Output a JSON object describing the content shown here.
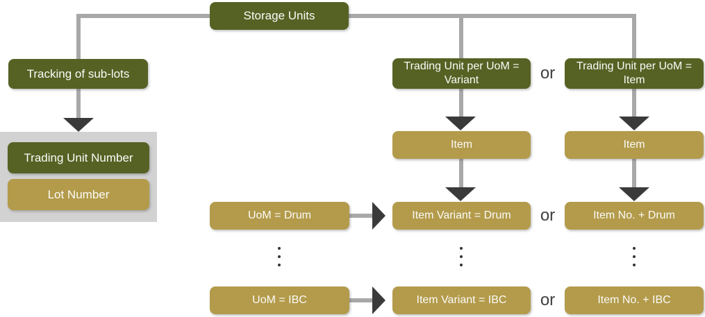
{
  "colors": {
    "dark_green": "#556224",
    "gold": "#b39b4b",
    "arrow_dark": "#3a3a3a",
    "connector_gray": "#a8a8a8",
    "group_gray": "#d2d2d2",
    "or_text": "#3f3f3f",
    "background": "#ffffff"
  },
  "diagram": {
    "root": {
      "label": "Storage Units"
    },
    "left_branch": {
      "header": {
        "label": "Tracking of sub-lots"
      },
      "group": {
        "trading_unit_number": {
          "label": "Trading Unit Number"
        },
        "lot_number": {
          "label": "Lot Number"
        }
      }
    },
    "variant_branch": {
      "header": {
        "label": "Trading Unit per UoM = Variant"
      },
      "item": {
        "label": "Item"
      },
      "rows": {
        "drum": {
          "label": "Item Variant = Drum"
        },
        "ibc": {
          "label": "Item Variant = IBC"
        }
      }
    },
    "item_branch": {
      "header": {
        "label": "Trading Unit per UoM = Item"
      },
      "item": {
        "label": "Item"
      },
      "rows": {
        "drum": {
          "label": "Item No. + Drum"
        },
        "ibc": {
          "label": "Item No. + IBC"
        }
      }
    },
    "uom_column": {
      "drum": {
        "label": "UoM = Drum"
      },
      "ibc": {
        "label": "UoM = IBC"
      }
    },
    "or_label": "or"
  }
}
